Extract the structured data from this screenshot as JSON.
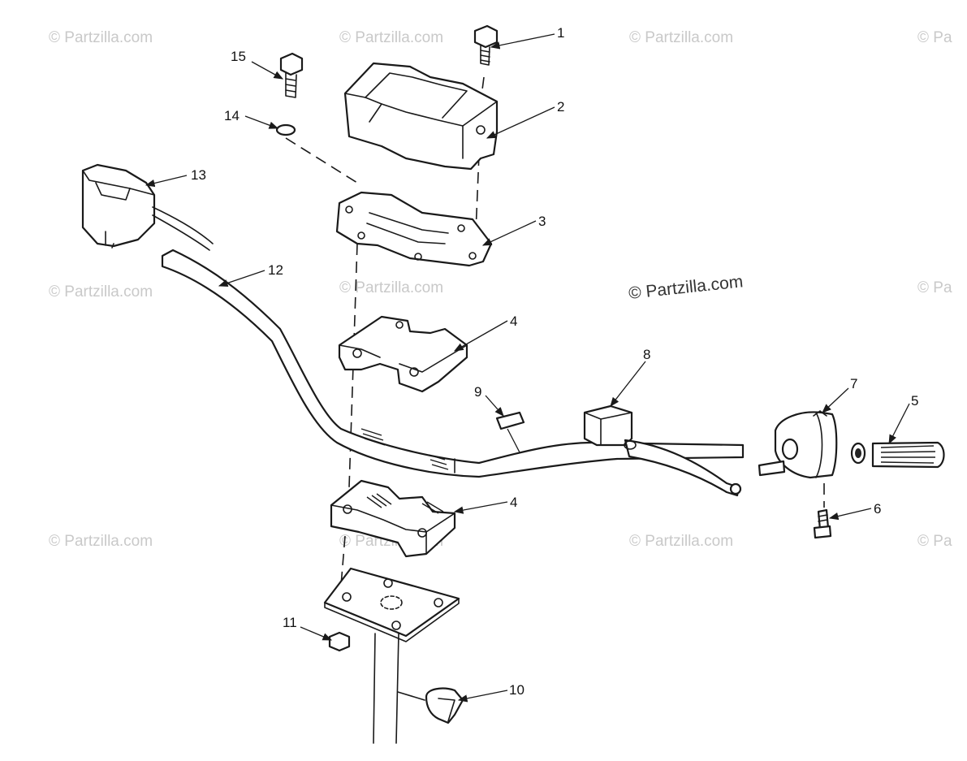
{
  "watermarks": {
    "small": "© Partzilla.com",
    "small_cut": "© Pa",
    "main": "© Partzilla.com"
  },
  "callouts": [
    "1",
    "2",
    "3",
    "4",
    "4",
    "5",
    "6",
    "7",
    "8",
    "9",
    "10",
    "11",
    "12",
    "13",
    "14",
    "15"
  ]
}
